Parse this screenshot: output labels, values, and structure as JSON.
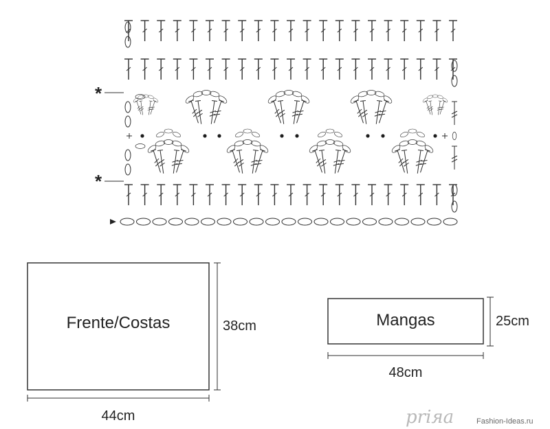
{
  "chart": {
    "repeat_markers": [
      "*",
      "*"
    ],
    "legend_symbols": {
      "chain": "chain-stitch-oval",
      "slip": "slip-stitch-dot",
      "single": "single-crochet-plus",
      "double": "double-crochet-t",
      "treble": "treble-crochet-t-two-bars",
      "start": "start-arrow"
    }
  },
  "schematic": {
    "front_back": {
      "label": "Frente/Costas",
      "height": "38cm",
      "width": "44cm"
    },
    "sleeves": {
      "label": "Mangas",
      "height": "25cm",
      "width": "48cm"
    }
  },
  "watermark": {
    "script": "priяa",
    "site": "Fashion-Ideas.ru"
  }
}
